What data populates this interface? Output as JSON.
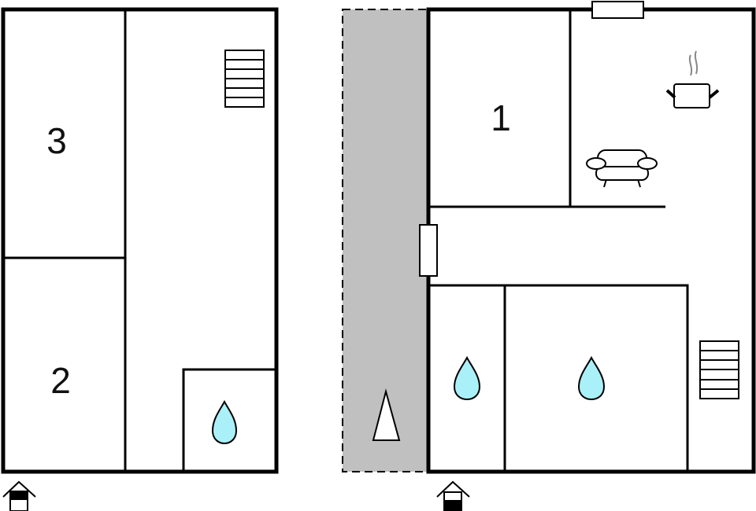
{
  "floorplans": [
    {
      "name": "left-floor",
      "rooms": [
        {
          "label": "3",
          "type": "bedroom"
        },
        {
          "label": "2",
          "type": "bedroom"
        },
        {
          "label": "",
          "type": "hall"
        },
        {
          "label": "",
          "type": "bathroom"
        }
      ],
      "icons": [
        "stairs-icon",
        "water-drop-icon",
        "entrance-icon"
      ]
    },
    {
      "name": "right-floor",
      "rooms": [
        {
          "label": "1",
          "type": "bedroom"
        },
        {
          "label": "",
          "type": "living-kitchen"
        },
        {
          "label": "",
          "type": "hall"
        },
        {
          "label": "",
          "type": "bathroom"
        },
        {
          "label": "",
          "type": "bathroom"
        }
      ],
      "outdoor_area": {
        "type": "terrace",
        "fill": "#c0c0c0"
      },
      "icons": [
        "cooking-pot-icon",
        "armchair-icon",
        "stairs-icon",
        "water-drop-icon",
        "water-drop-icon",
        "window-icon",
        "window-icon",
        "tent-icon",
        "entrance-icon"
      ]
    }
  ],
  "colors": {
    "wall": "#000000",
    "terrace": "#c0c0c0",
    "water": "#aaf0f8",
    "steam": "#888888"
  }
}
